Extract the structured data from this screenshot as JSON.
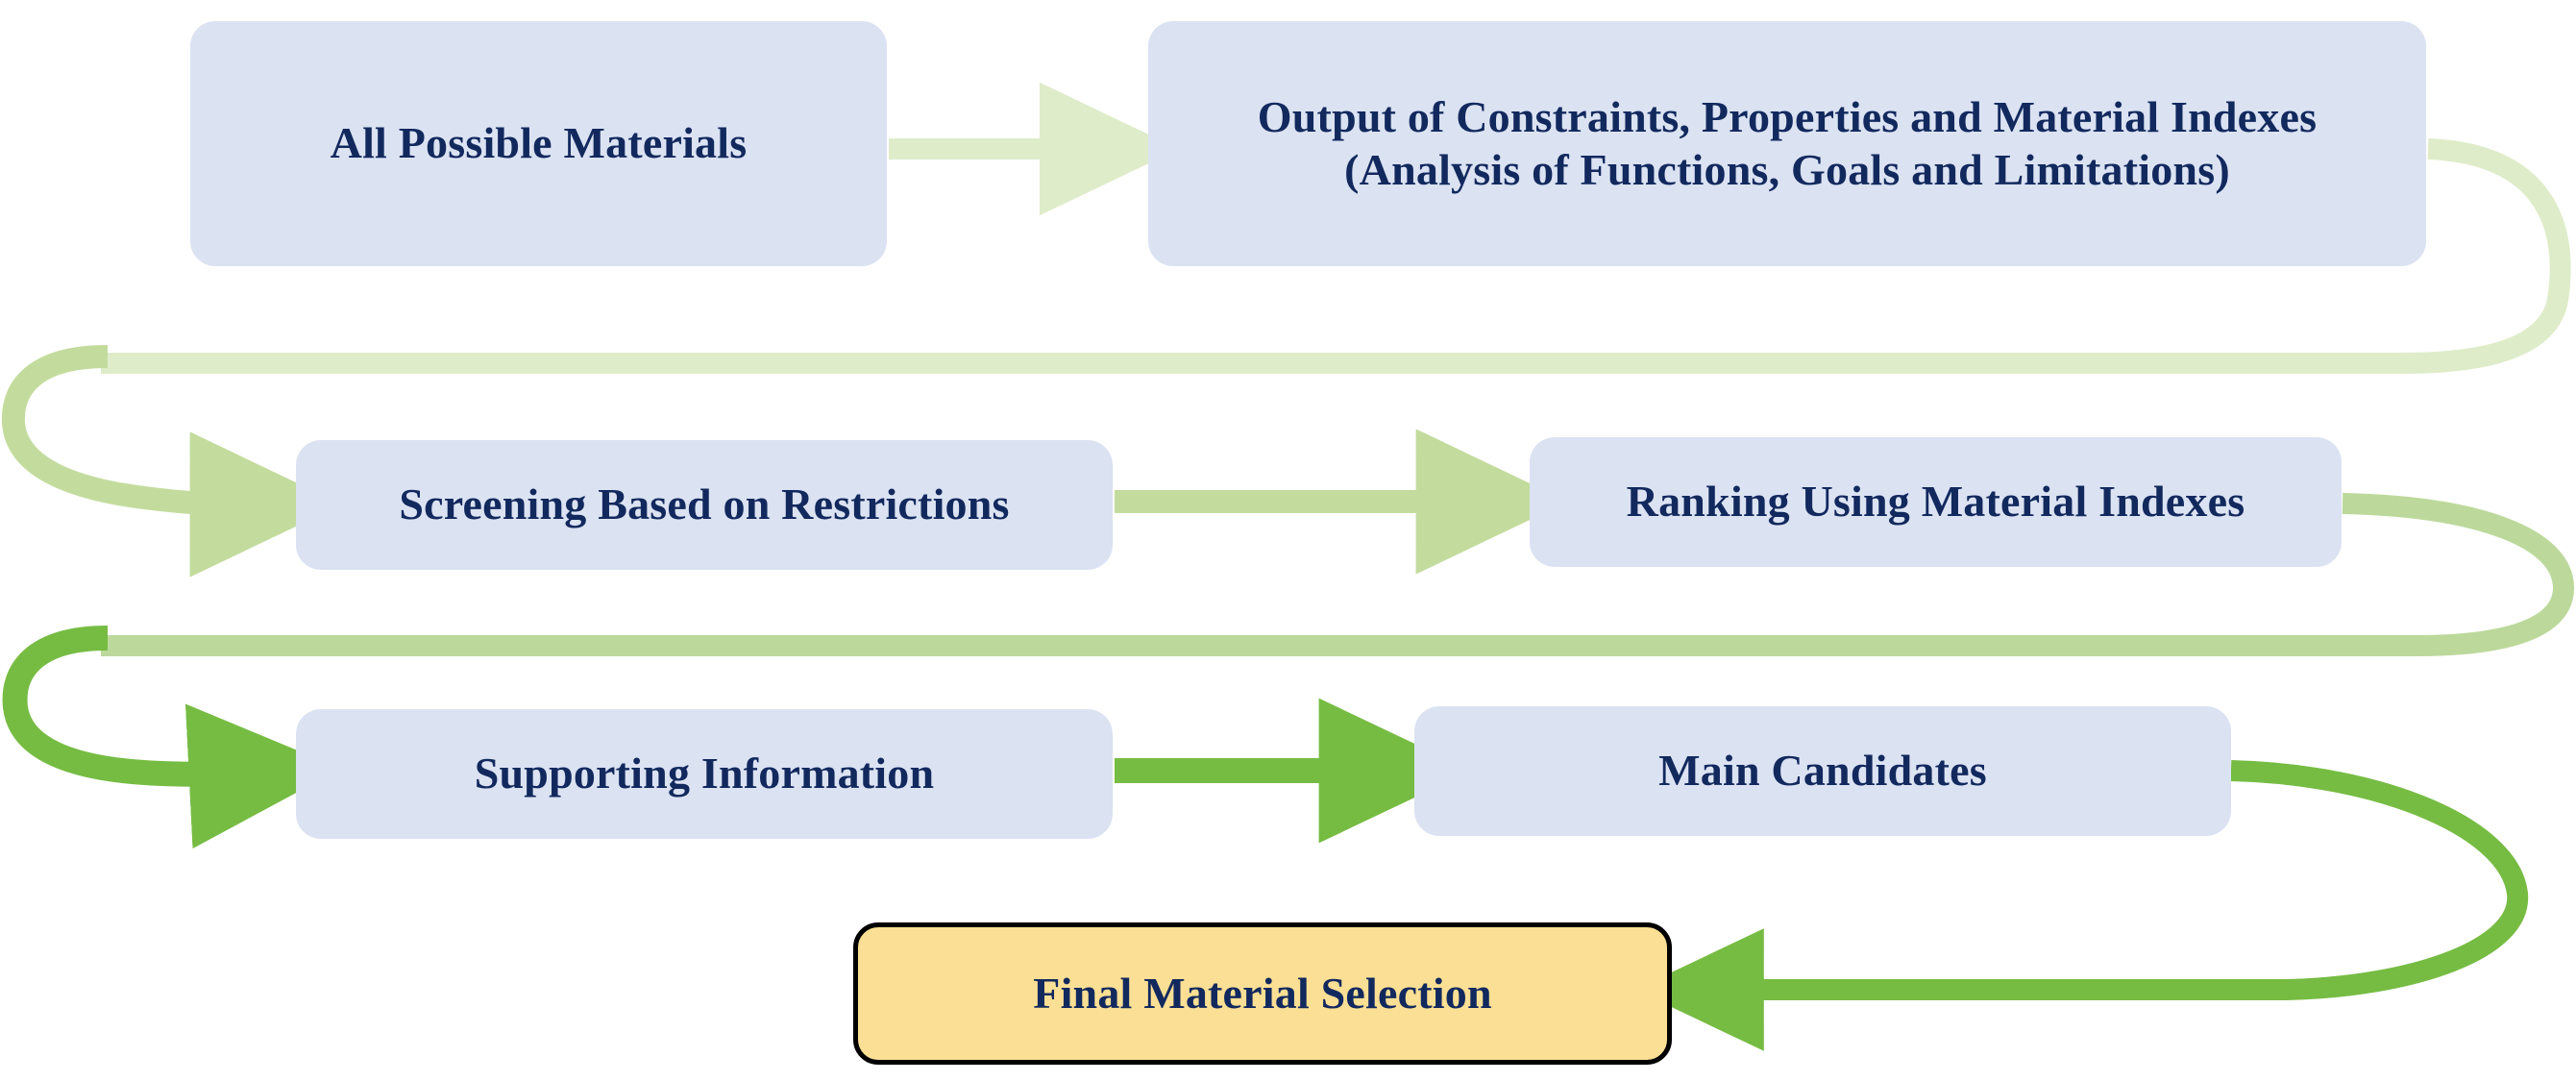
{
  "diagram": {
    "title_visible": false,
    "type": "flowchart",
    "orientation": "serpentine-left-to-right",
    "background_color": "#ffffff",
    "node_fill_process": "#dbe2f2",
    "node_fill_final": "#fbdf94",
    "node_border_final": "#000000",
    "text_color": "#12295e",
    "arrow_colors": {
      "row1_pale_green": "#dfecc9",
      "row2_light_green": "#c3dc9e",
      "row2_loop_green": "#bcd99b",
      "row3_green": "#76bc43"
    },
    "nodes": [
      {
        "id": "all-possible-materials",
        "label": "All Possible Materials",
        "shape": "rounded-rectangle",
        "kind": "process",
        "row": 1
      },
      {
        "id": "output-constraints",
        "label": "Output of Constraints, Properties and Material Indexes\n(Analysis of Functions, Goals and Limitations)",
        "shape": "rounded-rectangle",
        "kind": "process",
        "row": 1
      },
      {
        "id": "screening",
        "label": "Screening Based on Restrictions",
        "shape": "rounded-rectangle",
        "kind": "process",
        "row": 2
      },
      {
        "id": "ranking",
        "label": "Ranking Using Material Indexes",
        "shape": "rounded-rectangle",
        "kind": "process",
        "row": 2
      },
      {
        "id": "supporting-info",
        "label": "Supporting Information",
        "shape": "rounded-rectangle",
        "kind": "process",
        "row": 3
      },
      {
        "id": "main-candidates",
        "label": "Main Candidates",
        "shape": "rounded-rectangle",
        "kind": "process",
        "row": 3
      },
      {
        "id": "final-selection",
        "label": "Final Material Selection",
        "shape": "rounded-rectangle-outlined",
        "kind": "terminal",
        "row": 4
      }
    ],
    "edges": [
      {
        "id": "e1",
        "from": "all-possible-materials",
        "to": "output-constraints",
        "style": "straight-arrow",
        "color": "#dfecc9"
      },
      {
        "id": "e2",
        "from": "output-constraints",
        "to": "screening",
        "style": "wrap-right-then-left-curve",
        "color": "#dfecc9"
      },
      {
        "id": "e3",
        "from": "screening",
        "to": "ranking",
        "style": "straight-arrow",
        "color": "#c3dc9e"
      },
      {
        "id": "e4",
        "from": "ranking",
        "to": "supporting-info",
        "style": "wrap-right-then-left-curve",
        "color": "#bcd99b"
      },
      {
        "id": "e5",
        "from": "supporting-info",
        "to": "main-candidates",
        "style": "straight-arrow",
        "color": "#76bc43"
      },
      {
        "id": "e6",
        "from": "main-candidates",
        "to": "final-selection",
        "style": "wrap-right-then-down-left-curve",
        "color": "#76bc43"
      }
    ]
  }
}
